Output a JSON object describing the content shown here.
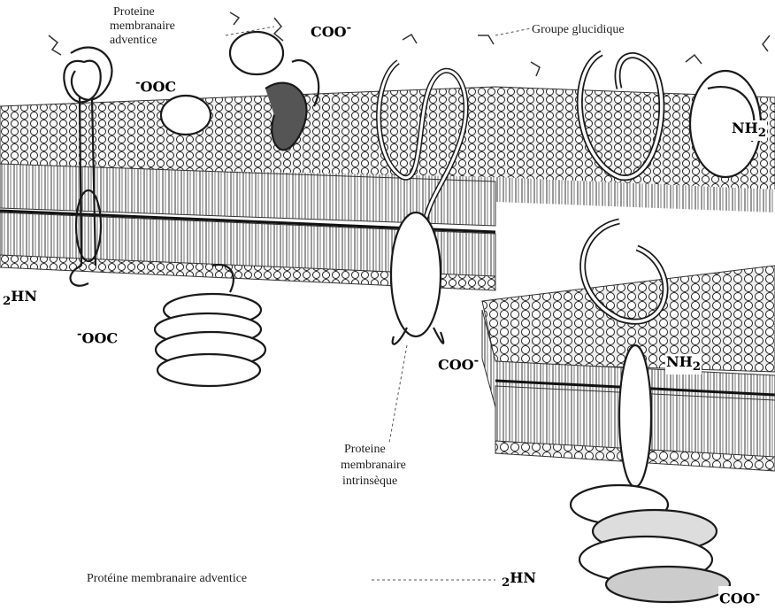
{
  "labels": {
    "peripheral_top_line1": "Proteine",
    "peripheral_top_line2": "membranaire",
    "peripheral_top_line3": "adventice",
    "carbohydrate_group": "Groupe glucidique",
    "integral_line1": "Proteine",
    "integral_line2": "membranaire",
    "integral_line3": "intrinsèque",
    "peripheral_bottom": "Protéine membranaire adventice"
  },
  "chem": {
    "coo_top": "COO",
    "ooc_top": "OOC",
    "nh2_right_top": "NH",
    "h2n_left": "HN",
    "ooc_left": "OOC",
    "coo_mid": "COO",
    "nh2_right_mid": "NH",
    "h2n_bottom": "HN",
    "coo_bottom": "COO"
  },
  "sub_superscripts": {
    "minus": "-",
    "two": "2"
  },
  "colors": {
    "ink": "#1a1a1a",
    "membrane_fill": "#f4f4f4",
    "protein_fill": "#ffffff",
    "protein_dark": "#3a3a3a"
  }
}
